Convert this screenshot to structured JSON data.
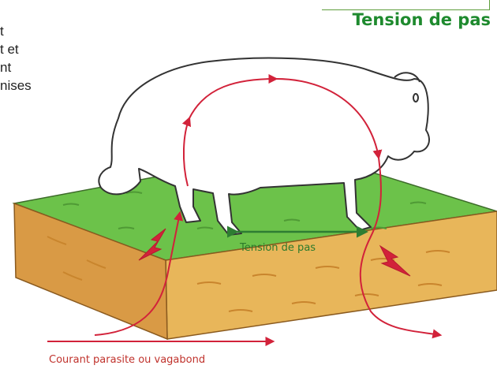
{
  "intro_lines": [
    "t",
    "t et",
    "nt",
    "nises"
  ],
  "heading": "Tension de pas",
  "diagram": {
    "step_voltage_label": "Tension de pas",
    "stray_current_label": "Courant parasite ou vagabond"
  },
  "colors": {
    "heading": "#1e8a2e",
    "current_arrow": "#d2223a",
    "step_arrow": "#2e7d32",
    "grass": "#6cc24a",
    "soil": "#e8b65a"
  }
}
